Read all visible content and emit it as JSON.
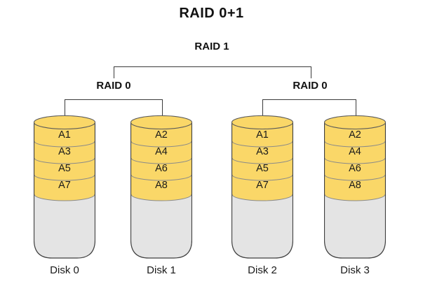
{
  "title": "RAID 0+1",
  "tree": {
    "root_label": "RAID 1",
    "groups": [
      {
        "label": "RAID 0"
      },
      {
        "label": "RAID 0"
      }
    ]
  },
  "disks": [
    {
      "label": "Disk 0",
      "segments": [
        "A1",
        "A3",
        "A5",
        "A7"
      ]
    },
    {
      "label": "Disk 1",
      "segments": [
        "A2",
        "A4",
        "A6",
        "A8"
      ]
    },
    {
      "label": "Disk 2",
      "segments": [
        "A1",
        "A3",
        "A5",
        "A7"
      ]
    },
    {
      "label": "Disk 3",
      "segments": [
        "A2",
        "A4",
        "A6",
        "A8"
      ]
    }
  ],
  "colors": {
    "segment_fill": "#FAD768",
    "disk_body_fill": "#E4E4E4",
    "outline": "#3F3F3F",
    "divider": "#8A8A8A",
    "connector": "#3A3A3A",
    "background": "#FFFFFF",
    "text": "#111111"
  }
}
